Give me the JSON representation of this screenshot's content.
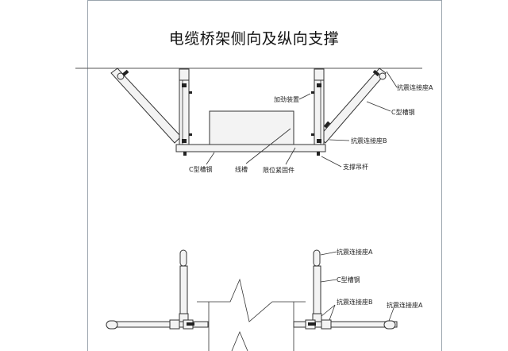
{
  "title": "电缆桥架侧向及纵向支撑",
  "top_view": {
    "labels": {
      "stiffener": "加劲装置",
      "c_channel_right": "C型槽钢",
      "seismic_base_a": "抗震连接座A",
      "seismic_base_b": "抗震连接座B",
      "c_channel_bottom": "C型槽钢",
      "cable_tray": "线槽",
      "limit_fastener": "限位紧固件",
      "hanger_rod": "支撑吊杆"
    }
  },
  "bottom_view": {
    "labels": {
      "seismic_base_a": "抗震连接座A",
      "c_channel": "C型槽钢",
      "seismic_base_b": "抗震连接座B",
      "seismic_base_a_right": "抗震连接座A"
    }
  }
}
